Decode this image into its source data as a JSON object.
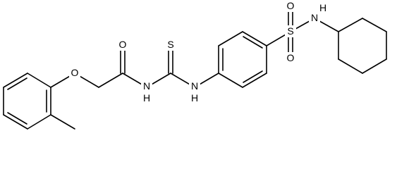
{
  "structure": {
    "atoms": {
      "o_carbonyl": "O",
      "o_ether": "O",
      "n_amide": "N",
      "h_amide": "H",
      "s_thio": "S",
      "n_thiourea": "N",
      "h_thiourea": "H",
      "s_sulfonyl": "S",
      "o_sulfonyl_top": "O",
      "o_sulfonyl_bottom": "O",
      "n_sulfonamide": "N",
      "h_sulfonamide": "H"
    }
  }
}
